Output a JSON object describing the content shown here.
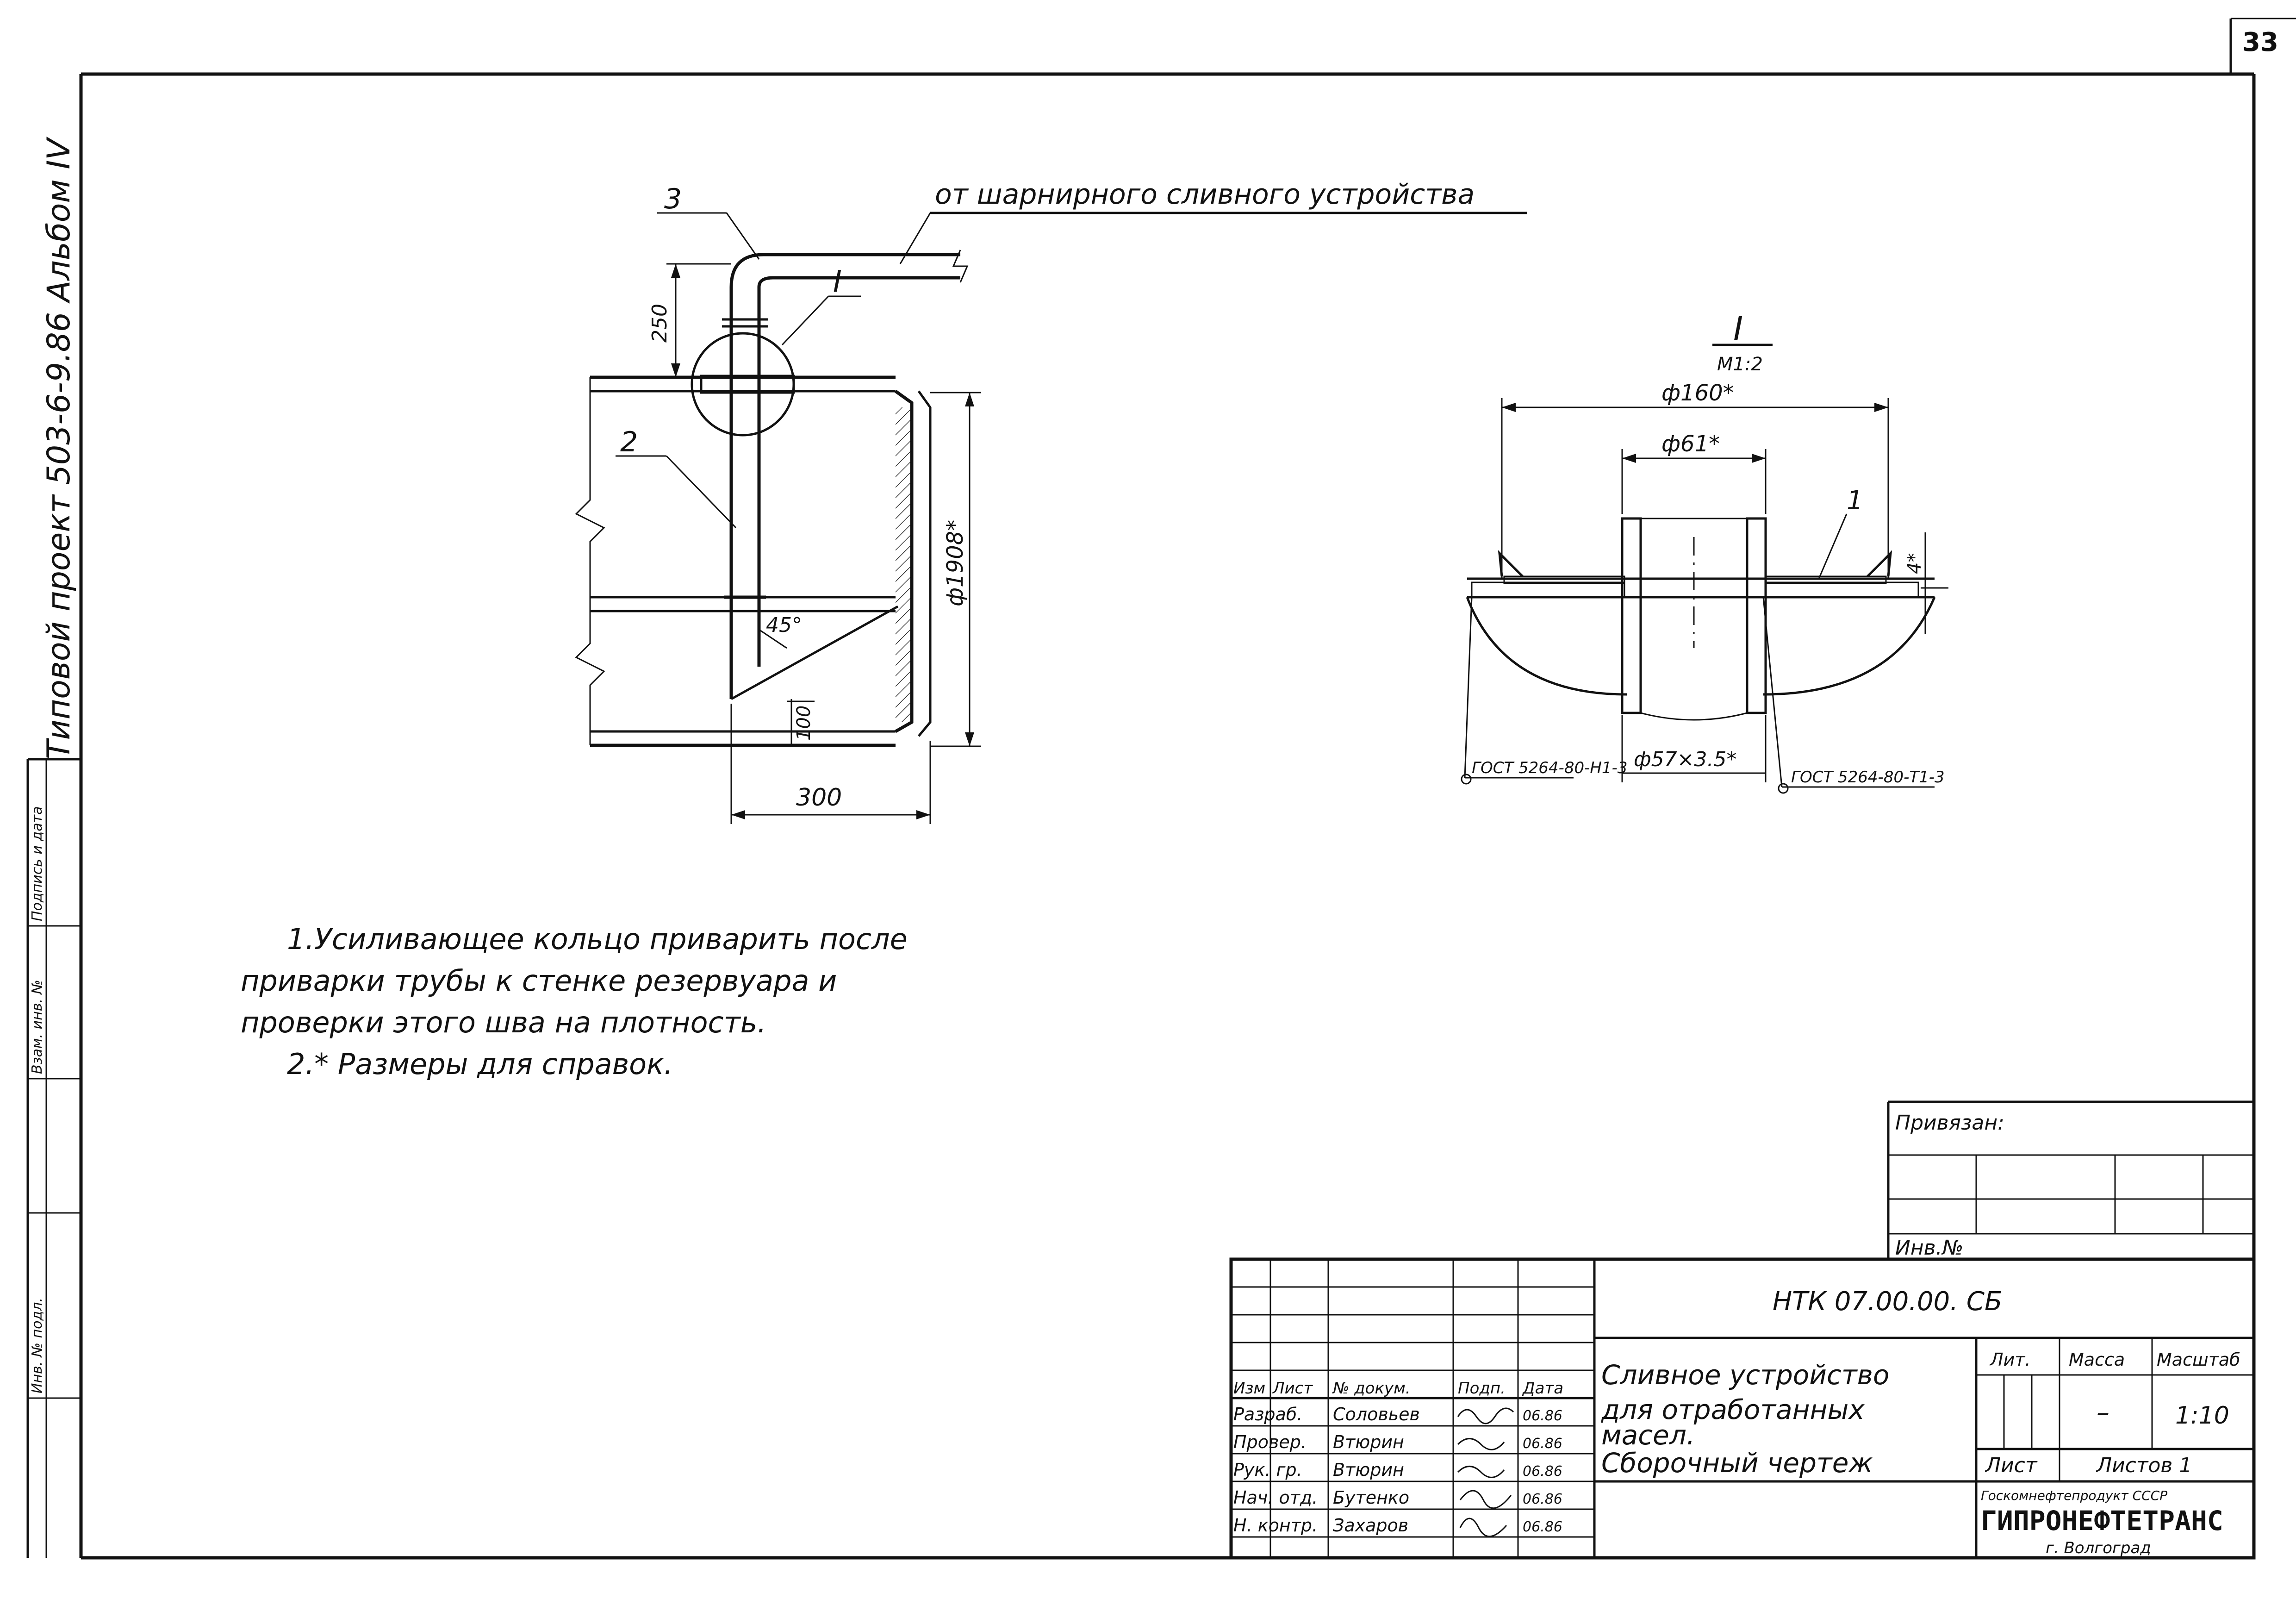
{
  "sheet_number": "33",
  "side_caption": "Типовой проект 503-6-9.86 Альбом IV",
  "side_stamp_labels": [
    "Подпись и дата",
    "Взам. инв. №",
    "Инв. № подл."
  ],
  "main_view": {
    "source_label": "от шарнирного сливного устройства",
    "pos_3": "3",
    "pos_2": "2",
    "detail_ref": "I",
    "dim_250": "250",
    "dim_diameter": "ф1908*",
    "angle": "45°",
    "dim_100": "100",
    "dim_300": "300"
  },
  "detail_view": {
    "title": "I",
    "scale": "М1:2",
    "dim_outer": "ф160*",
    "dim_inner": "ф61*",
    "pos_1": "1",
    "dim_4": "4*",
    "pipe": "ф57×3.5*",
    "weld_left": "ГОСТ 5264-80-Н1-3",
    "weld_right": "ГОСТ 5264-80-Т1-3"
  },
  "notes": [
    "1.Усиливающее кольцо приварить после",
    "приварки трубы к стенке резервуара и",
    "проверки этого шва на плотность.",
    "2.* Размеры для справок."
  ],
  "privyazan": {
    "label": "Привязан:",
    "inv_label": "Инв.№"
  },
  "title_block": {
    "doc_code": "НТК 07.00.00. СБ",
    "title_lines": [
      "Сливное устройство",
      "для отработанных",
      "масел.",
      "Сборочный чертеж"
    ],
    "header_cols": [
      "Изм",
      "Лист",
      "№ докум.",
      "Подп.",
      "Дата"
    ],
    "rows": [
      {
        "role": "Разраб.",
        "name": "Соловьев",
        "date": "06.86"
      },
      {
        "role": "Провер.",
        "name": "Втюрин",
        "date": "06.86"
      },
      {
        "role": "Рук. гр.",
        "name": "Втюрин",
        "date": "06.86"
      },
      {
        "role": "Нач. отд.",
        "name": "Бутенко",
        "date": "06.86"
      },
      {
        "role": "Н. контр.",
        "name": "Захаров",
        "date": "06.86"
      }
    ],
    "lit_label": "Лит.",
    "mass_label": "Масса",
    "scale_label": "Масштаб",
    "mass_value": "–",
    "scale_value": "1:10",
    "sheet_label": "Лист",
    "sheets_label": "Листов 1",
    "org_line1": "Госкомнефтепродукт СССР",
    "org_name": "ГИПРОНЕФТЕТРАНС",
    "org_city": "г. Волгоград"
  }
}
